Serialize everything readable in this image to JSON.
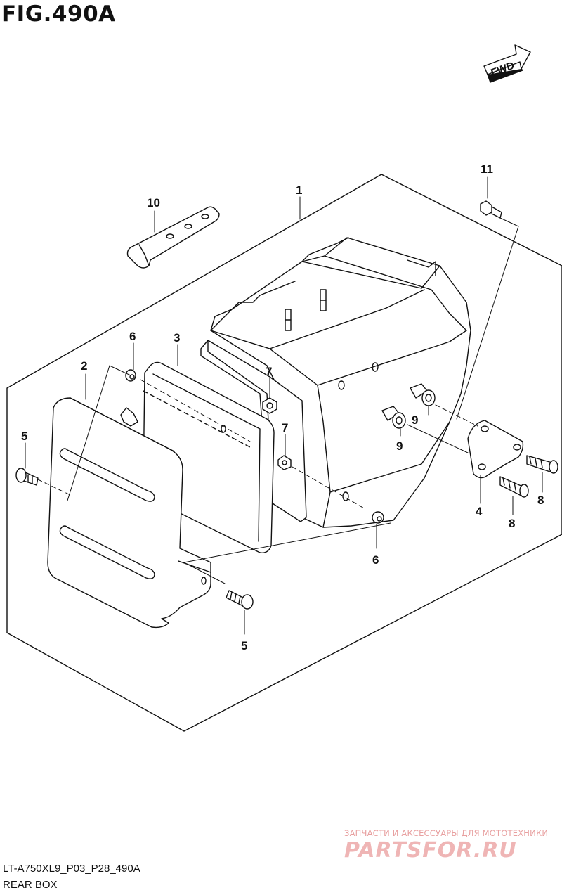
{
  "figure": {
    "title": "FIG.490A",
    "code": "LT-A750XL9_P03_P28_490A",
    "name": "REAR BOX",
    "fwd_label": "FWD"
  },
  "callouts": [
    {
      "id": "c1",
      "label": "1"
    },
    {
      "id": "c2",
      "label": "2"
    },
    {
      "id": "c3",
      "label": "3"
    },
    {
      "id": "c4",
      "label": "4"
    },
    {
      "id": "c5a",
      "label": "5"
    },
    {
      "id": "c5b",
      "label": "5"
    },
    {
      "id": "c6a",
      "label": "6"
    },
    {
      "id": "c6b",
      "label": "6"
    },
    {
      "id": "c7a",
      "label": "7"
    },
    {
      "id": "c7b",
      "label": "7"
    },
    {
      "id": "c8a",
      "label": "8"
    },
    {
      "id": "c8b",
      "label": "8"
    },
    {
      "id": "c9a",
      "label": "9"
    },
    {
      "id": "c9b",
      "label": "9"
    },
    {
      "id": "c10",
      "label": "10"
    },
    {
      "id": "c11",
      "label": "11"
    }
  ],
  "watermark": {
    "tagline": "ЗАПЧАСТИ И АКСЕССУАРЫ ДЛЯ МОТОТЕХНИКИ",
    "site": "PARTSFOR.RU"
  },
  "colors": {
    "line": "#111111",
    "watermark": "#e8a0a0"
  }
}
